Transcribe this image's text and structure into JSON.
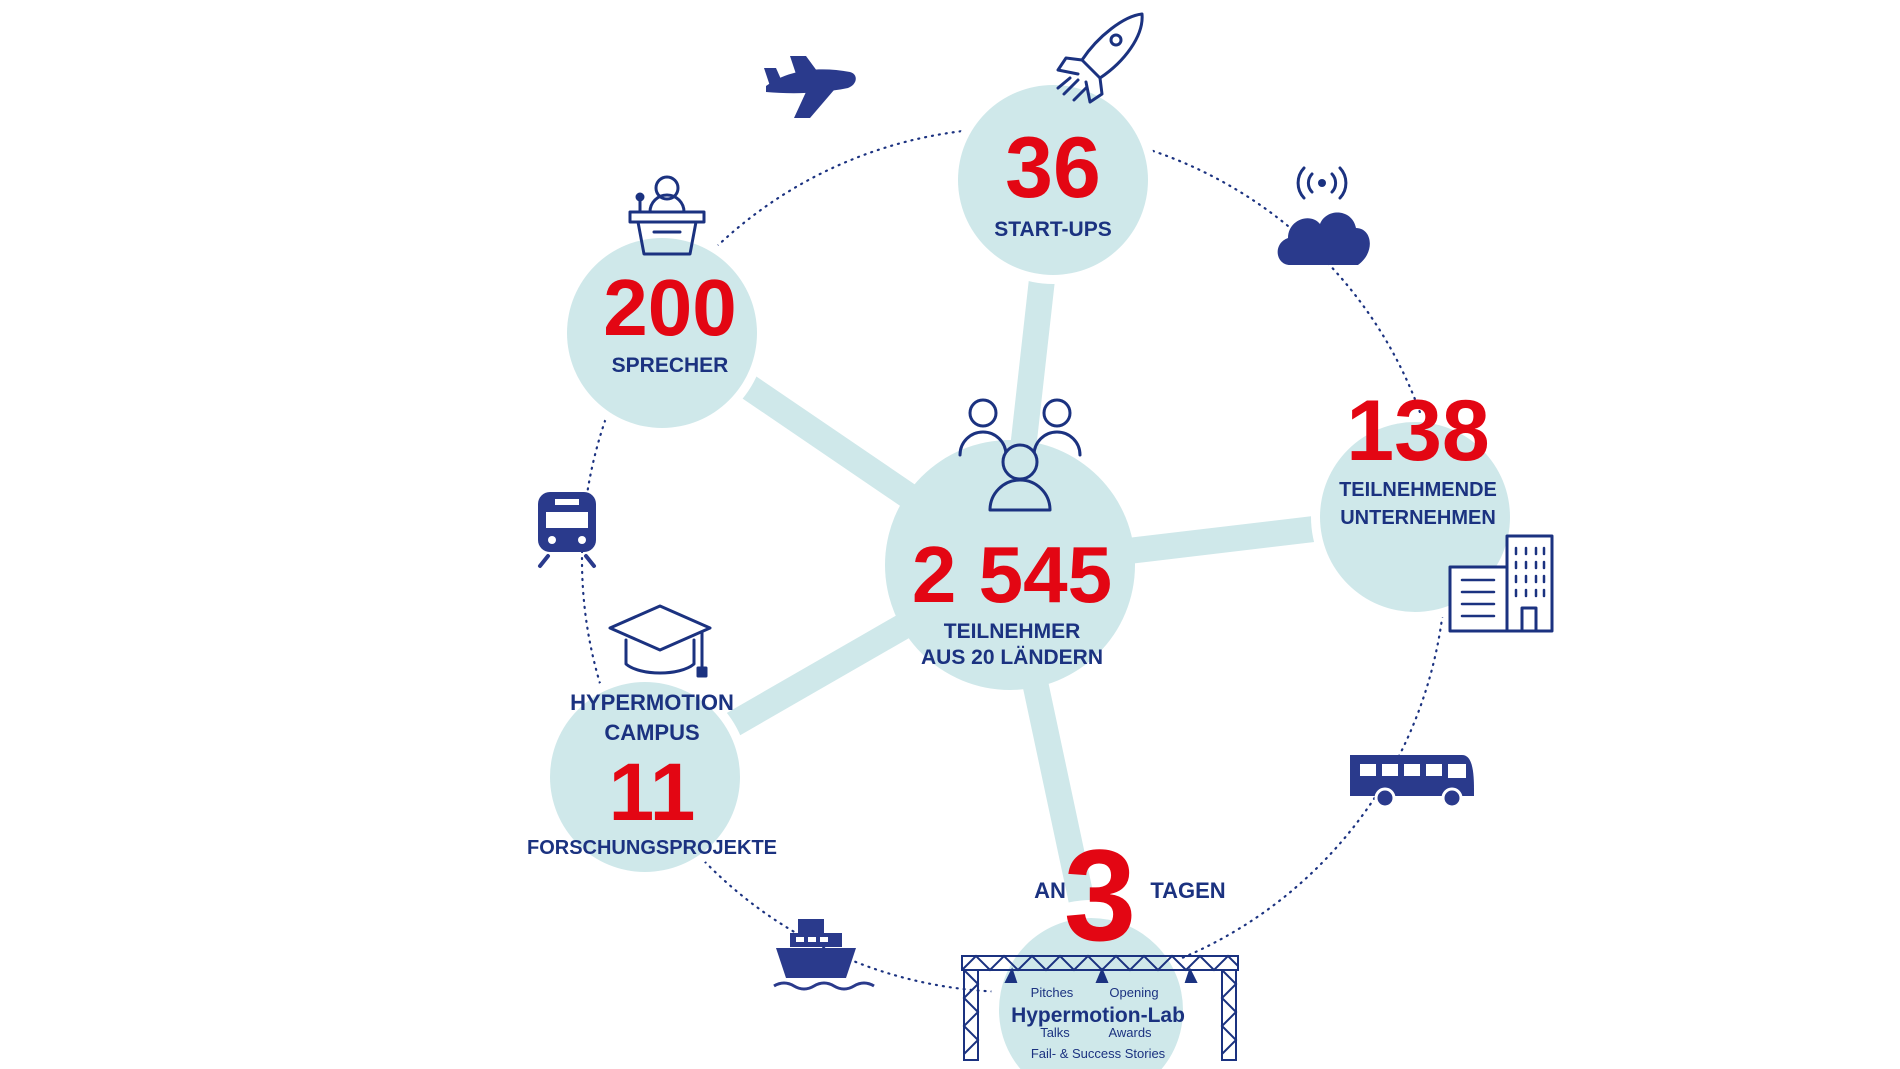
{
  "colors": {
    "accent_red": "#e30613",
    "navy": "#1b3280",
    "circle_fill": "#cfe8ea",
    "ring_dots": "#1b3280"
  },
  "center": {
    "value": "2 545",
    "label_line1": "TEILNEHMER",
    "label_line2": "AUS 20 LÄNDERN",
    "icon": "people-group-icon"
  },
  "startups": {
    "value": "36",
    "label": "START-UPS",
    "icon": "rocket-icon"
  },
  "speakers": {
    "value": "200",
    "label": "SPRECHER",
    "icon": "speaker-podium-icon"
  },
  "companies": {
    "value": "138",
    "label_line1": "TEILNEHMENDE",
    "label_line2": "UNTERNEHMEN",
    "icon": "office-building-icon"
  },
  "campus": {
    "title_line1": "HYPERMOTION",
    "title_line2": "CAMPUS",
    "value": "11",
    "label": "FORSCHUNGSPROJEKTE",
    "icon": "graduation-cap-icon"
  },
  "days": {
    "prefix": "AN",
    "value": "3",
    "suffix": "TAGEN",
    "stage_items": {
      "pitches": "Pitches",
      "opening": "Opening",
      "lab": "Hypermotion-Lab",
      "talks": "Talks",
      "awards": "Awards",
      "stories": "Fail- & Success Stories"
    },
    "icon": "stage-truss-icon"
  },
  "ring_icons": [
    "airplane-icon",
    "wifi-cloud-icon",
    "bus-icon",
    "ship-icon",
    "train-icon"
  ]
}
